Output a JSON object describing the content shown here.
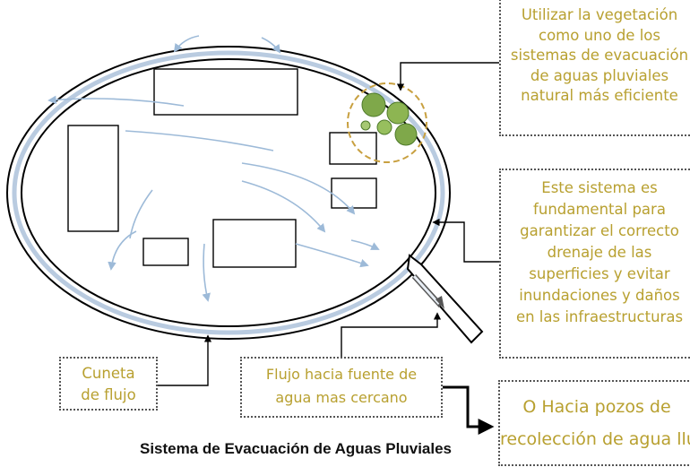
{
  "title": "Sistema de Evacuación  de Aguas Pluviales",
  "callouts": {
    "vegetation": {
      "lines": [
        "Utilizar la vegetación",
        "como uno de los",
        "sistemas de evacuación",
        "de aguas pluviales",
        "natural más eficiente"
      ]
    },
    "system": {
      "lines": [
        "Este sistema es",
        "fundamental para",
        "garantizar el correcto",
        "drenaje de las",
        "superficies y evitar",
        "inundaciones y daños",
        "en las infraestructuras"
      ]
    },
    "cuneta": {
      "lines": [
        "Cuneta",
        "de flujo"
      ]
    },
    "flow": {
      "lines": [
        "Flujo hacia fuente de",
        "agua mas cercano"
      ]
    },
    "wells": {
      "lines": [
        "O Hacia pozos de",
        "recolección de agua lluvia"
      ]
    }
  },
  "colors": {
    "accent_text": "#b8a030",
    "flow_arrow": "#9dbad8",
    "channel": "#b9cbe0",
    "vegetation": "#7fa84a",
    "dashed_circle": "#c8a040",
    "outline": "#000000",
    "note_border": "#555555"
  },
  "icons": [
    "tree-cluster-icon",
    "flow-arrow-icon",
    "drain-pipe-icon"
  ]
}
